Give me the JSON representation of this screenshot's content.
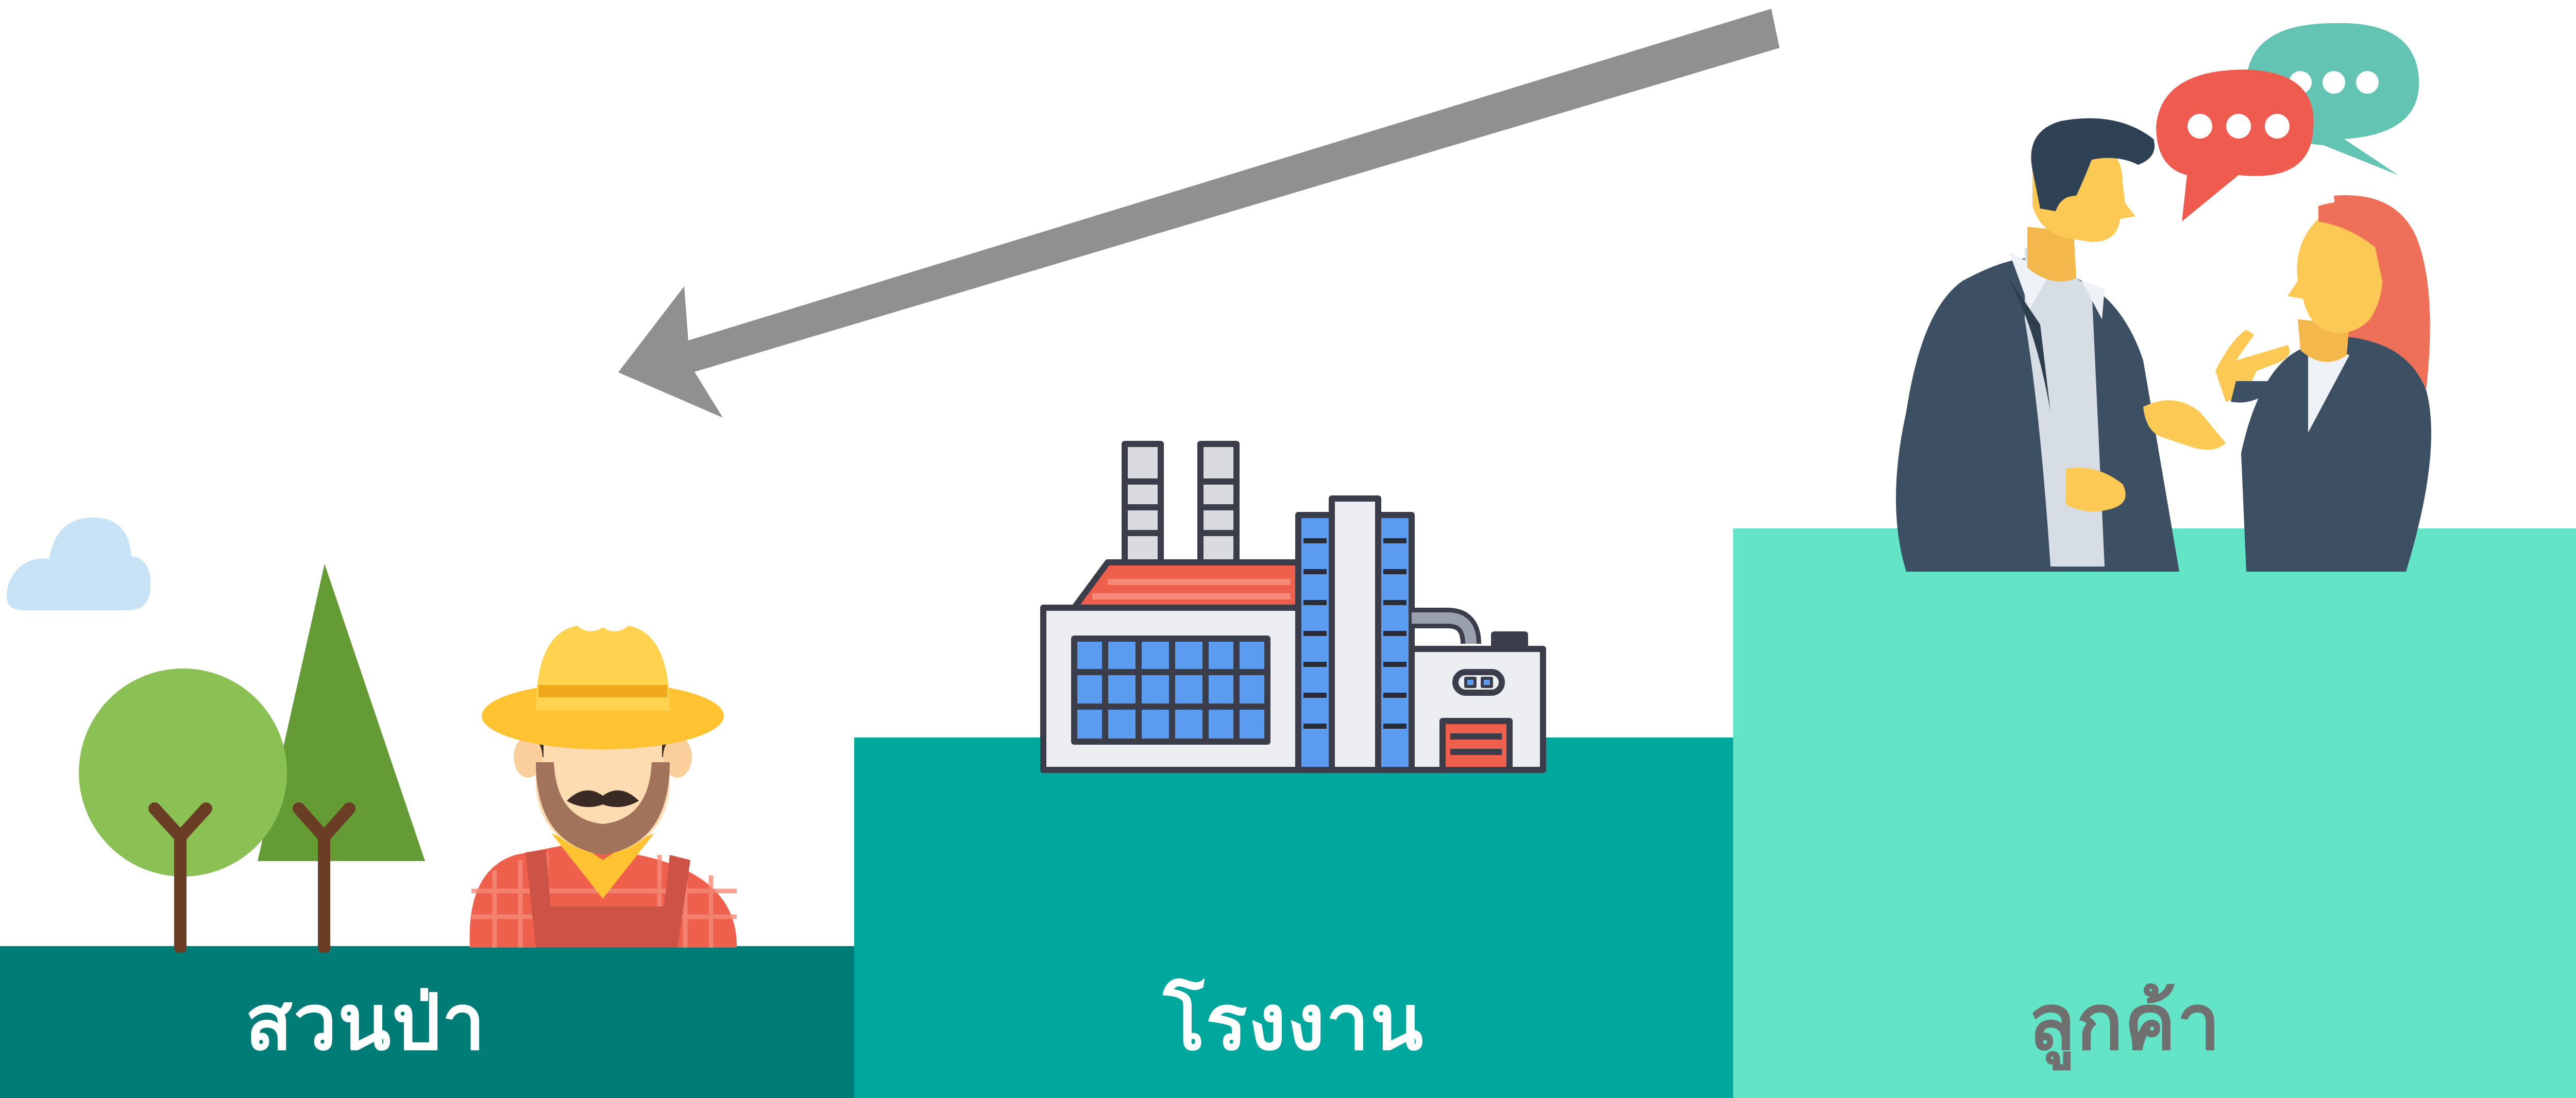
{
  "stages": [
    {
      "id": "forest",
      "label": "สวนป่า",
      "color": "#007c77",
      "label_color": "#ffffff",
      "icon": "farmer-icon"
    },
    {
      "id": "factory",
      "label": "โรงงาน",
      "color": "#00a79d",
      "label_color": "#ffffff",
      "icon": "factory-icon"
    },
    {
      "id": "customer",
      "label": "ลูกค้า",
      "color": "#63e4c7",
      "label_color": "#707070",
      "icon": "business-conversation-icon"
    }
  ],
  "arrow": {
    "direction": "customer-to-forest",
    "color": "#909090"
  }
}
